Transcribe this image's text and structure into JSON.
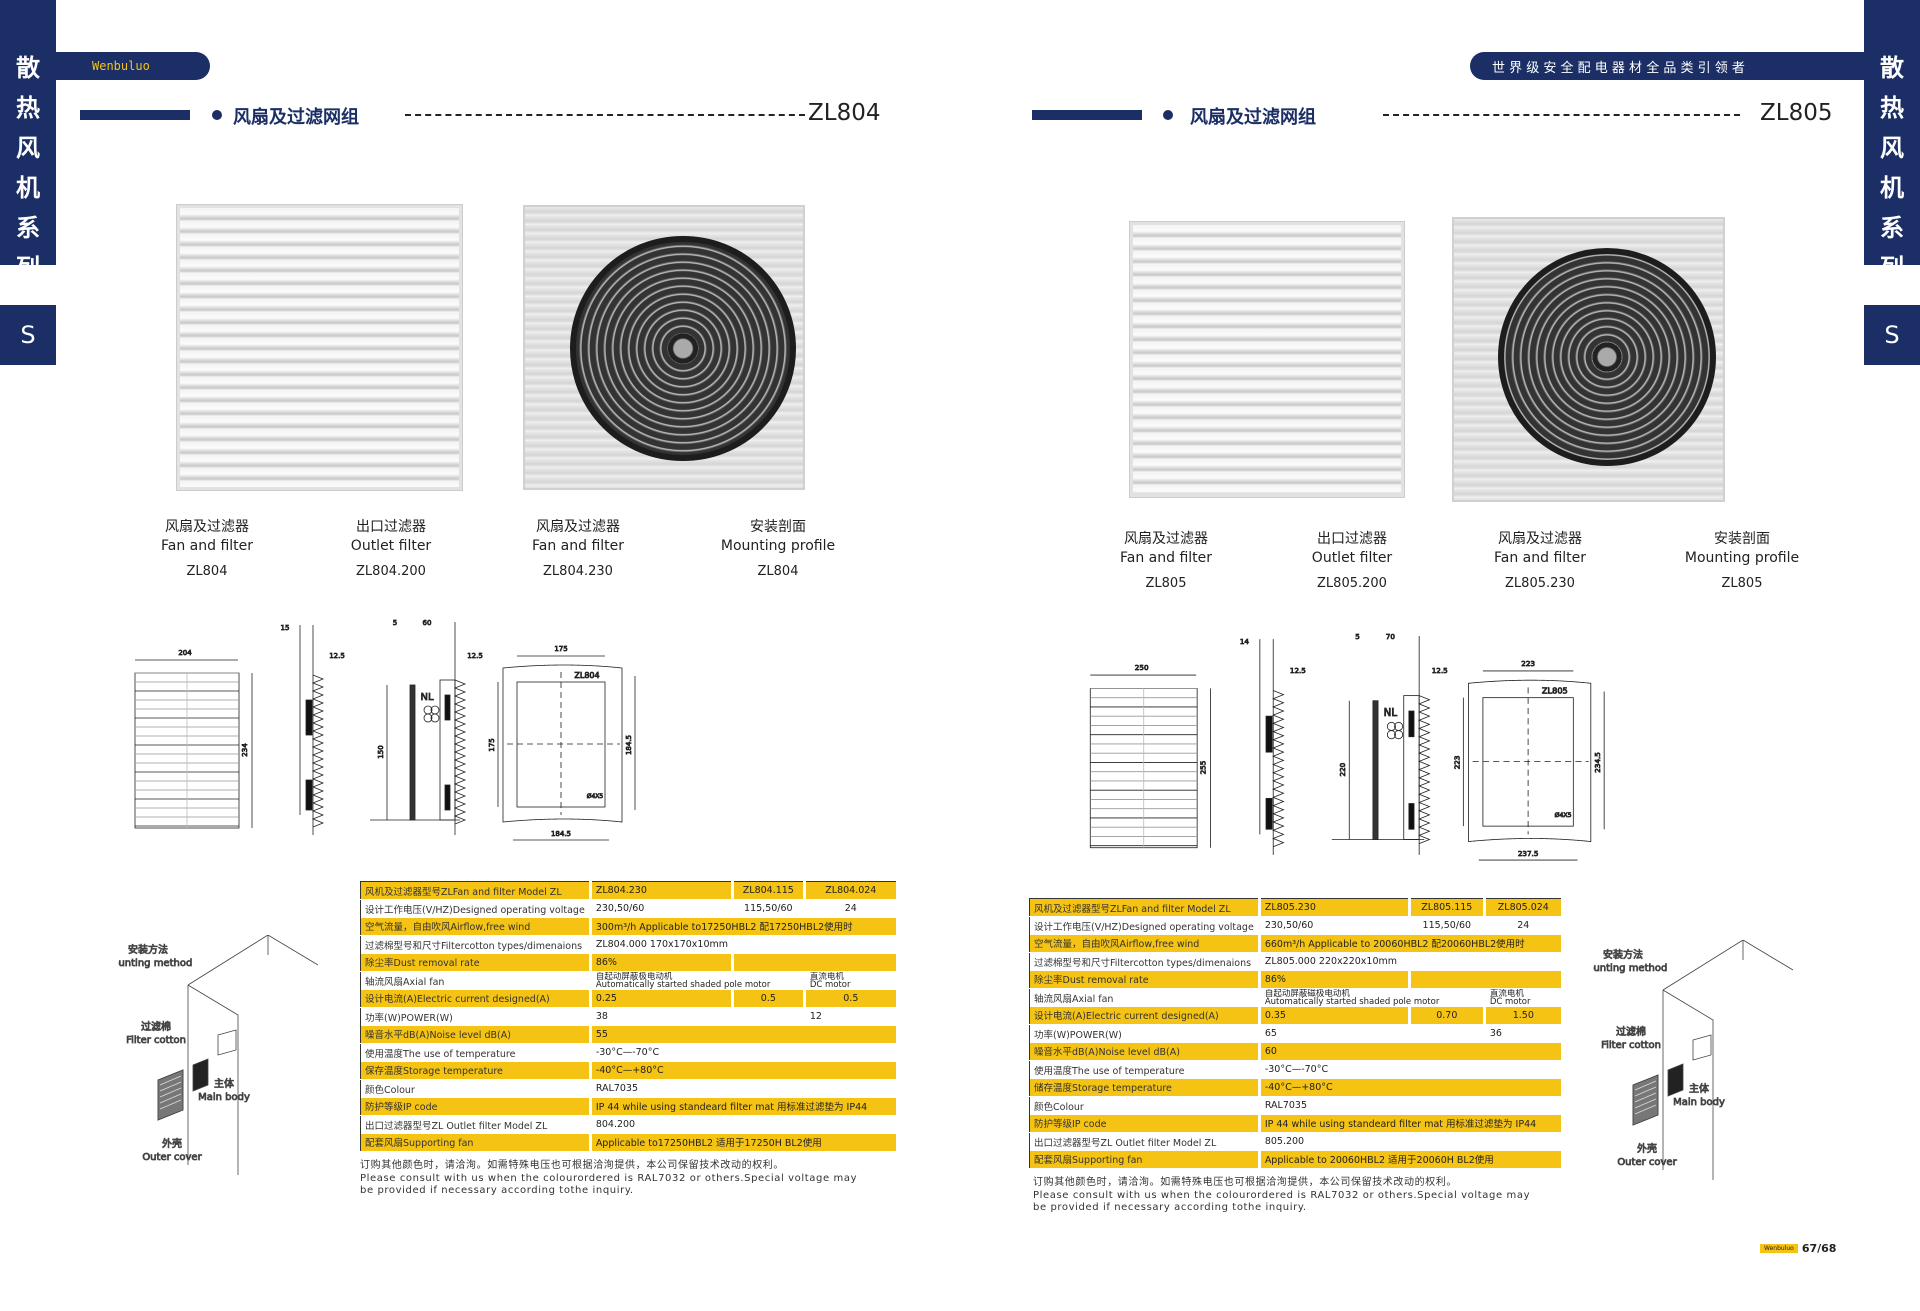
{
  "side_tabs": {
    "chars": [
      "散",
      "热",
      "风",
      "机",
      "系",
      "列"
    ],
    "letter": "S"
  },
  "brand": "Wenbuluo",
  "slogan": "世 界 级 安 全 配 电 器 材 全 品 类 引 领 者",
  "colors": {
    "navy": "#1b2f66",
    "yellow": "#f5c313"
  },
  "footer": {
    "brand": "Wenbuluo",
    "pages": "67/68"
  },
  "pages": [
    {
      "title": "风扇及过滤网组",
      "model": "ZL804",
      "dashes": "----------------------------------",
      "captions": [
        {
          "cn": "风扇及过滤器",
          "en": "Fan and filter",
          "model": "ZL804"
        },
        {
          "cn": "出口过滤器",
          "en": "Outlet filter",
          "model": "ZL804.200"
        },
        {
          "cn": "风扇及过滤器",
          "en": "Fan and filter",
          "model": "ZL804.230"
        },
        {
          "cn": "安装剖面",
          "en": "Mounting profile",
          "model": "ZL804"
        }
      ],
      "dims": {
        "front_w": "204",
        "front_h": "234",
        "side_t": "15",
        "side_g": "12.5",
        "fan_t": "5",
        "fan_d": "60",
        "fan_g": "12.5",
        "fan_h": "150",
        "nl": "NL",
        "cut_w": "175",
        "cut_h": "175",
        "cut_model": "ZL804",
        "cut_oh": "184.5",
        "cut_ow": "184.5",
        "hole": "Ø4X5"
      },
      "table": [
        {
          "y": 1,
          "label": "风机及过滤器型号ZLFan and filter Model ZL",
          "cells": [
            [
              "ZL804.230",
              1
            ],
            [
              "ZL804.115",
              1
            ],
            [
              "ZL804.024",
              1
            ]
          ]
        },
        {
          "y": 0,
          "label": "设计工作电压(V/HZ)Designed operating voltage",
          "cells": [
            [
              "230,50/60",
              1
            ],
            [
              "115,50/60",
              1
            ],
            [
              "24",
              1
            ]
          ]
        },
        {
          "y": 1,
          "label": "空气流量，自由吹风Airflow,free wind",
          "cells": [
            [
              "300m³/h Applicable to17250HBL2 配17250HBL2使用时",
              3
            ]
          ]
        },
        {
          "y": 0,
          "label": "过滤棉型号和尺寸Filtercotton types/dimenaions",
          "cells": [
            [
              "ZL804.000      170x170x10mm",
              3
            ]
          ]
        },
        {
          "y": 1,
          "label": "除尘率Dust removal rate",
          "cells": [
            [
              "86%",
              1
            ],
            [
              "",
              2
            ]
          ]
        },
        {
          "y": 0,
          "label": "轴流风扇Axial fan",
          "cells": [
            [
              "自起动屏蔽极电动机\nAutomatically started shaded pole motor",
              2
            ],
            [
              "直流电机\nDC motor",
              1
            ]
          ]
        },
        {
          "y": 1,
          "label": "设计电流(A)Electric current designed(A)",
          "cells": [
            [
              "0.25",
              1
            ],
            [
              "0.5",
              1
            ],
            [
              "0.5",
              1
            ]
          ]
        },
        {
          "y": 0,
          "label": "功率(W)POWER(W)",
          "cells": [
            [
              "38",
              2
            ],
            [
              "12",
              1
            ]
          ]
        },
        {
          "y": 1,
          "label": "噪音水平dB(A)Noise level dB(A)",
          "cells": [
            [
              "55",
              3
            ]
          ]
        },
        {
          "y": 0,
          "label": "使用温度The use of temperature",
          "cells": [
            [
              "-30°C—-70°C",
              3
            ]
          ]
        },
        {
          "y": 1,
          "label": "保存温度Storage temperature",
          "cells": [
            [
              "-40°C—+80°C",
              3
            ]
          ]
        },
        {
          "y": 0,
          "label": "颜色Colour",
          "cells": [
            [
              "RAL7035",
              3
            ]
          ]
        },
        {
          "y": 1,
          "label": "防护等级IP code",
          "cells": [
            [
              "IP 44 while using standeard filter mat  用标准过滤垫为 IP44",
              3
            ]
          ]
        },
        {
          "y": 0,
          "label": "出口过滤器型号ZL Outlet filter Model ZL",
          "cells": [
            [
              "804.200",
              3
            ]
          ]
        },
        {
          "y": 1,
          "label": "配套风扇Supporting fan",
          "cells": [
            [
              "Applicable to17250HBL2   适用于17250H BL2使用",
              3
            ]
          ]
        }
      ],
      "note": [
        "订购其他颜色时，请洽洵。如需特殊电压也可根据洽洵提供，本公司保留技术改动的权利。",
        "Please consult with us when the colourordered is RAL7032 or others.Special voltage may",
        "be provided if necessary according tothe inquiry."
      ],
      "mounting": {
        "method_cn": "安装方法",
        "method_en": "Mounting method",
        "filter_cn": "过滤棉",
        "filter_en": "Filter cotton",
        "body_cn": "主体",
        "body_en": "Main body",
        "cover_cn": "外壳",
        "cover_en": "Outer cover"
      }
    },
    {
      "title": "风扇及过滤网组",
      "model": "ZL805",
      "dashes": "----------------------------------",
      "captions": [
        {
          "cn": "风扇及过滤器",
          "en": "Fan and filter",
          "model": "ZL805"
        },
        {
          "cn": "出口过滤器",
          "en": "Outlet filter",
          "model": "ZL805.200"
        },
        {
          "cn": "风扇及过滤器",
          "en": "Fan and filter",
          "model": "ZL805.230"
        },
        {
          "cn": "安装剖面",
          "en": "Mounting profile",
          "model": "ZL805"
        }
      ],
      "dims": {
        "front_w": "250",
        "front_h": "255",
        "side_t": "14",
        "side_g": "12.5",
        "fan_t": "5",
        "fan_d": "70",
        "fan_g": "12.5",
        "fan_h": "220",
        "nl": "NL",
        "cut_w": "223",
        "cut_h": "223",
        "cut_model": "ZL805",
        "cut_oh": "234.5",
        "cut_ow": "237.5",
        "hole": "Ø4X5"
      },
      "table": [
        {
          "y": 1,
          "label": "风机及过滤器型号ZLFan and filter Model ZL",
          "cells": [
            [
              "ZL805.230",
              1
            ],
            [
              "ZL805.115",
              1
            ],
            [
              "ZL805.024",
              1
            ]
          ]
        },
        {
          "y": 0,
          "label": "设计工作电压(V/HZ)Designed operating voltage",
          "cells": [
            [
              "230,50/60",
              1
            ],
            [
              "115,50/60",
              1
            ],
            [
              "24",
              1
            ]
          ]
        },
        {
          "y": 1,
          "label": "空气流量，自由吹风Airflow,free wind",
          "cells": [
            [
              "660m³/h    Applicable to 20060HBL2 配20060HBL2使用时",
              3
            ]
          ]
        },
        {
          "y": 0,
          "label": "过滤棉型号和尺寸Filtercotton types/dimenaions",
          "cells": [
            [
              "ZL805.000      220x220x10mm",
              3
            ]
          ]
        },
        {
          "y": 1,
          "label": "除尘率Dust removal rate",
          "cells": [
            [
              "86%",
              1
            ],
            [
              "",
              2
            ]
          ]
        },
        {
          "y": 0,
          "label": "轴流风扇Axial fan",
          "cells": [
            [
              "自起动屏蔽磁极电动机\nAutomatically started shaded pole motor",
              2
            ],
            [
              "直流电机\nDC motor",
              1
            ]
          ]
        },
        {
          "y": 1,
          "label": "设计电流(A)Electric current designed(A)",
          "cells": [
            [
              "0.35",
              1
            ],
            [
              "0.70",
              1
            ],
            [
              "1.50",
              1
            ]
          ]
        },
        {
          "y": 0,
          "label": "功率(W)POWER(W)",
          "cells": [
            [
              "65",
              2
            ],
            [
              "36",
              1
            ]
          ]
        },
        {
          "y": 1,
          "label": "噪音水平dB(A)Noise level dB(A)",
          "cells": [
            [
              "60",
              3
            ]
          ]
        },
        {
          "y": 0,
          "label": "使用温度The use of temperature",
          "cells": [
            [
              "-30°C—-70°C",
              3
            ]
          ]
        },
        {
          "y": 1,
          "label": "储存温度Storage temperature",
          "cells": [
            [
              "-40°C—+80°C",
              3
            ]
          ]
        },
        {
          "y": 0,
          "label": "颜色Colour",
          "cells": [
            [
              "RAL7035",
              3
            ]
          ]
        },
        {
          "y": 1,
          "label": "防护等级IP code",
          "cells": [
            [
              "IP 44 while using standeard filter mat  用标准过滤垫为 IP44",
              3
            ]
          ]
        },
        {
          "y": 0,
          "label": "出口过滤器型号ZL Outlet filter Model ZL",
          "cells": [
            [
              "805.200",
              3
            ]
          ]
        },
        {
          "y": 1,
          "label": "配套风扇Supporting fan",
          "cells": [
            [
              "Applicable to 20060HBL2      适用于20060H BL2使用",
              3
            ]
          ]
        }
      ],
      "note": [
        "订购其他颜色时，请洽洵。如需特殊电压也可根据洽洵提供，本公司保留技术改动的权利。",
        "Please consult with us when the colourordered is RAL7032 or others.Special voltage may",
        "be provided if necessary according tothe inquiry."
      ],
      "mounting": {
        "method_cn": "安装方法",
        "method_en": "Mounting method",
        "filter_cn": "过滤棉",
        "filter_en": "Filter cotton",
        "body_cn": "主体",
        "body_en": "Main body",
        "cover_cn": "外壳",
        "cover_en": "Outer cover"
      }
    }
  ]
}
